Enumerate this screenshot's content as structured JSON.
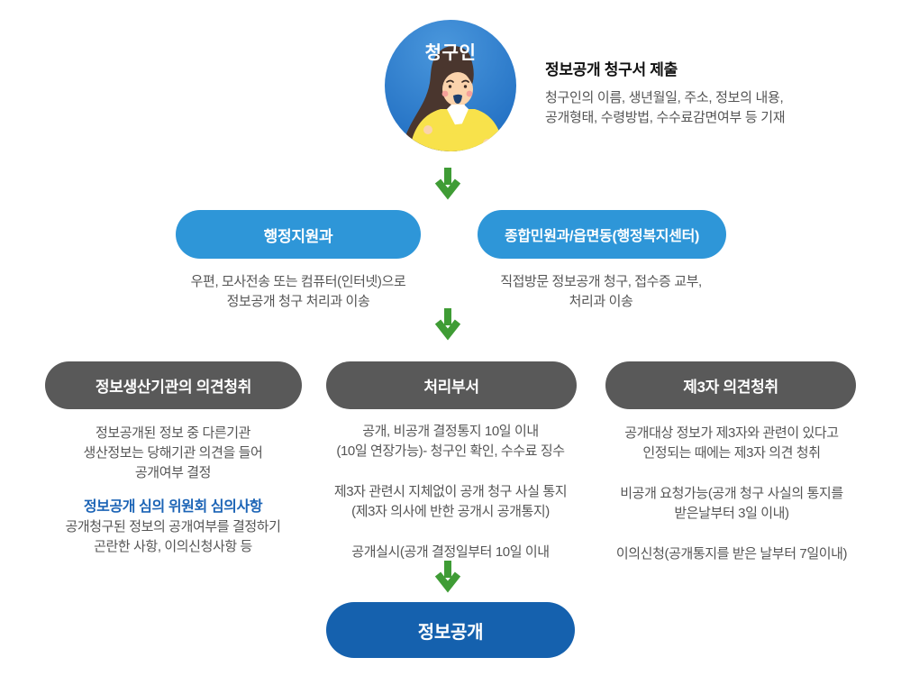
{
  "claimant": {
    "label": "청구인",
    "submit_title": "정보공개 청구서 제출",
    "submit_desc1": "청구인의 이름, 생년월일, 주소, 정보의 내용,",
    "submit_desc2": "공개형태, 수령방법, 수수료감면여부 등 기재"
  },
  "reception_row": {
    "left": {
      "label": "행정지원과",
      "line1": "우편, 모사전송 또는 컴퓨터(인터넷)으로",
      "line2": "정보공개 청구 처리과 이송"
    },
    "right": {
      "label": "종합민원과/읍면동(행정복지센터)",
      "line1": "직접방문 정보공개 청구, 접수증 교부,",
      "line2": "처리과 이송"
    }
  },
  "process_row": {
    "left": {
      "label": "정보생산기관의 의견청취",
      "p1l1": "정보공개된 정보 중 다른기관",
      "p1l2": "생산정보는 당해기관 의견을 들어",
      "p1l3": "공개여부 결정",
      "subheading": "정보공개 심의 위원회 심의사항",
      "p2l1": "공개청구된 정보의 공개여부를 결정하기",
      "p2l2": "곤란한 사항, 이의신청사항 등"
    },
    "center": {
      "label": "처리부서",
      "p1l1": "공개, 비공개 결정통지 10일 이내",
      "p1l2": "(10일 연장가능)- 청구인 확인, 수수료 징수",
      "p2l1": "제3자 관련시 지체없이 공개 청구 사실 통지",
      "p2l2": "(제3자 의사에 반한 공개시 공개통지)",
      "p3l1": "공개실시(공개 결정일부터 10일 이내"
    },
    "right": {
      "label": "제3자 의견청취",
      "p1l1": "공개대상 정보가 제3자와 관련이 있다고",
      "p1l2": "인정되는 때에는 제3자 의견 청취",
      "p2l1": "비공개 요청가능(공개 청구 사실의 통지를",
      "p2l2": "받은날부터 3일 이내)",
      "p3l1": "이의신청(공개통지를 받은 날부터 7일이내)"
    }
  },
  "result": {
    "label": "정보공개"
  },
  "colors": {
    "light_blue": "#2E96D8",
    "dark_blue": "#1561AE",
    "dark_gray": "#595959",
    "arrow_green": "#3F9C35",
    "accent_blue_text": "#1C64B6",
    "body_text": "#555555"
  }
}
